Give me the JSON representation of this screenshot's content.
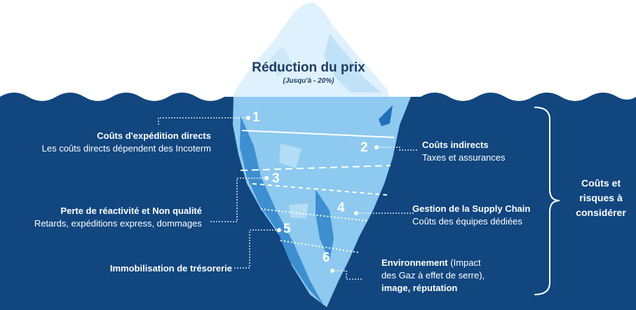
{
  "title": "Réduction du prix",
  "subtitle": "(Jusqu'à - 20%)",
  "side_label": [
    "Coûts et",
    "risques à",
    "considérer"
  ],
  "markers": [
    "1",
    "2",
    "3",
    "4",
    "5",
    "6"
  ],
  "items": [
    {
      "number": "1",
      "heading": "Coûts d'expédition directs",
      "detail": "Les coûts directs dépendent des Incoterm"
    },
    {
      "number": "2",
      "heading": "Coûts indirects",
      "detail": "Taxes et assurances"
    },
    {
      "number": "3",
      "heading": "Perte de réactivité et Non qualité",
      "detail": "Retards, expéditions express, dommages"
    },
    {
      "number": "4",
      "heading": "Gestion de la Supply Chain",
      "detail": "Coûts des équipes dédiées"
    },
    {
      "number": "5",
      "heading": "Immobilisation de trésorerie",
      "detail": ""
    },
    {
      "number": "6",
      "heading": "Environnement",
      "detail_parts": [
        " (Impact",
        "des Gaz à effet de serre),",
        "image, réputation"
      ]
    }
  ],
  "colors": {
    "sky": "#ffffff",
    "water": "#11467f",
    "ice_under": "#8ec9ef",
    "ice_shadow": "#3d8fd0",
    "ice_top": "#dff1fc",
    "title_text": "#1e3a5f",
    "label_text": "#ffffff"
  }
}
